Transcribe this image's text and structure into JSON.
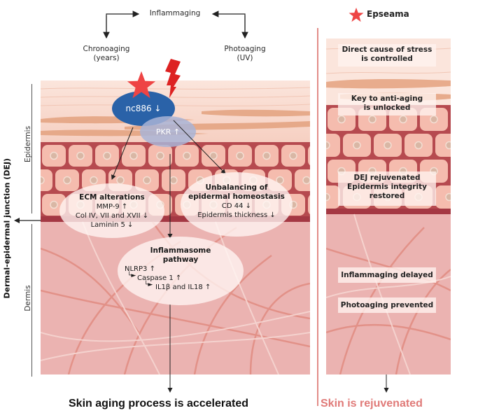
{
  "header": {
    "center": "Inflammaging",
    "left_line1": "Chronoaging",
    "left_line2": "(years)",
    "right_line1": "Photoaging",
    "right_line2": "(UV)"
  },
  "legend": {
    "star_label": "Epseama",
    "star_color": "#ee4444"
  },
  "left_panel": {
    "nc886": "nc886 ↓",
    "pkr": "PKR ↑",
    "ecm": {
      "title": "ECM alterations",
      "lines": [
        "MMP-9 ↑",
        "Col IV, VII and XVII ↓",
        "Laminin 5 ↓"
      ]
    },
    "unbalancing": {
      "title_line1": "Unbalancing of",
      "title_line2": "epidermal homeostasis",
      "lines": [
        "CD 44 ↓",
        "Epidermis thickness ↓"
      ]
    },
    "inflammasome": {
      "title_line1": "Inflammasome",
      "title_line2": "pathway",
      "lines": [
        "NLRP3 ↑",
        "Caspase 1 ↑",
        "IL1β and IL18 ↑"
      ]
    }
  },
  "side_labels": {
    "epidermis": "Epidermis",
    "dermis": "Dermis",
    "dej": "Dermal-epidermal junction (DEJ)"
  },
  "right_panel": {
    "boxes": [
      {
        "line1": "Direct cause of stress",
        "line2": "is controlled"
      },
      {
        "line1": "Key to anti-aging",
        "line2": "is unlocked"
      },
      {
        "line1": "DEJ rejuvenated",
        "line2": "Epidermis integrity",
        "line3": "restored"
      },
      {
        "line1": "Inflammaging delayed"
      },
      {
        "line1": "Photoaging prevented"
      }
    ]
  },
  "footer": {
    "left": "Skin aging process is accelerated",
    "right": "Skin is rejuvenated",
    "right_color": "#e07a78"
  },
  "colors": {
    "nc886": "#2a62a8",
    "pkr": "#a9b4d6",
    "divider": "#e28c88",
    "lightning": "#dd2222"
  }
}
